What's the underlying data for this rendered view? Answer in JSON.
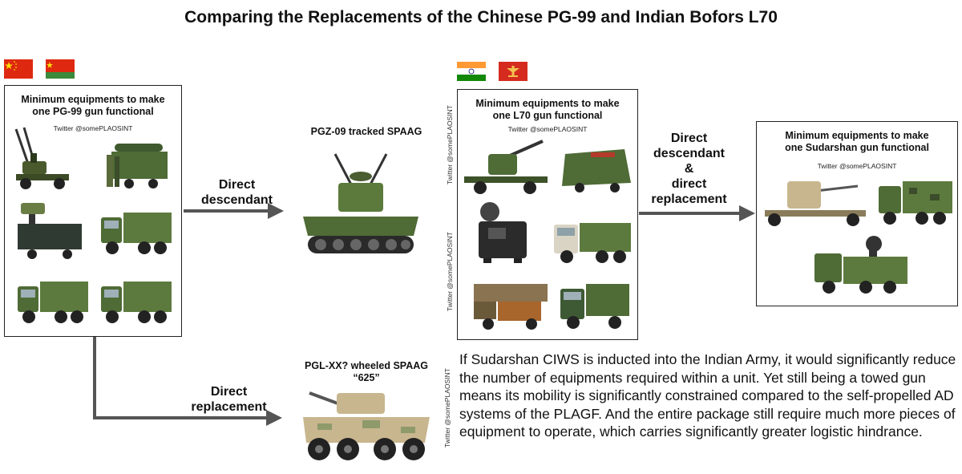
{
  "title": "Comparing the Replacements of the Chinese PG-99 and Indian Bofors L70",
  "boxes": {
    "pg99": {
      "title_line1": "Minimum equipments to make",
      "title_line2": "one PG-99 gun functional",
      "handle": "Twitter @somePLAOSINT"
    },
    "l70": {
      "title_line1": "Minimum equipments to make",
      "title_line2": "one L70 gun functional",
      "handle": "Twitter @somePLAOSINT"
    },
    "sudarshan": {
      "title_line1": "Minimum equipments to make",
      "title_line2": "one Sudarshan gun functional",
      "handle": "Twitter @somePLAOSINT"
    }
  },
  "watermarks": {
    "w1": "Twitter @somePLAOSINT",
    "w2": "Twitter @somePLAOSINT",
    "w3": "Twitter @somePLAOSINT"
  },
  "vehicles": {
    "pgz09": "PGZ-09 tracked SPAAG",
    "pglxx_line1": "PGL-XX? wheeled SPAAG",
    "pglxx_line2": "“625”"
  },
  "arrows": {
    "direct_descendant": {
      "line1": "Direct",
      "line2": "descendant"
    },
    "direct_replacement": {
      "line1": "Direct",
      "line2": "replacement"
    },
    "combined": {
      "line1": "Direct",
      "line2": "descendant",
      "line3": "&",
      "line4": "direct",
      "line5": "replacement"
    }
  },
  "paragraph": "If Sudarshan CIWS is inducted into the Indian Army, it would significantly reduce the number of equipments required within a unit. Yet still being a towed gun means its mobility is significantly constrained compared to the self-propelled AD systems of the PLAGF. And the entire package still require much more pieces of equipment to operate, which carries significantly greater logistic hindrance.",
  "colors": {
    "arrow": "#555555",
    "china_red": "#de2910",
    "china_yellow": "#ffde00",
    "india_saffron": "#ff9933",
    "india_green": "#138808",
    "army_red": "#d52b1e",
    "camo_green": "#4f6b36",
    "desert_tan": "#c8b68e"
  },
  "icons": [
    "china-flag-icon",
    "plagf-flag-icon",
    "india-flag-icon",
    "indian-army-flag-icon",
    "anti-aircraft-gun-icon",
    "truck-icon",
    "radar-icon",
    "tracked-spaag-icon",
    "wheeled-spaag-icon"
  ]
}
